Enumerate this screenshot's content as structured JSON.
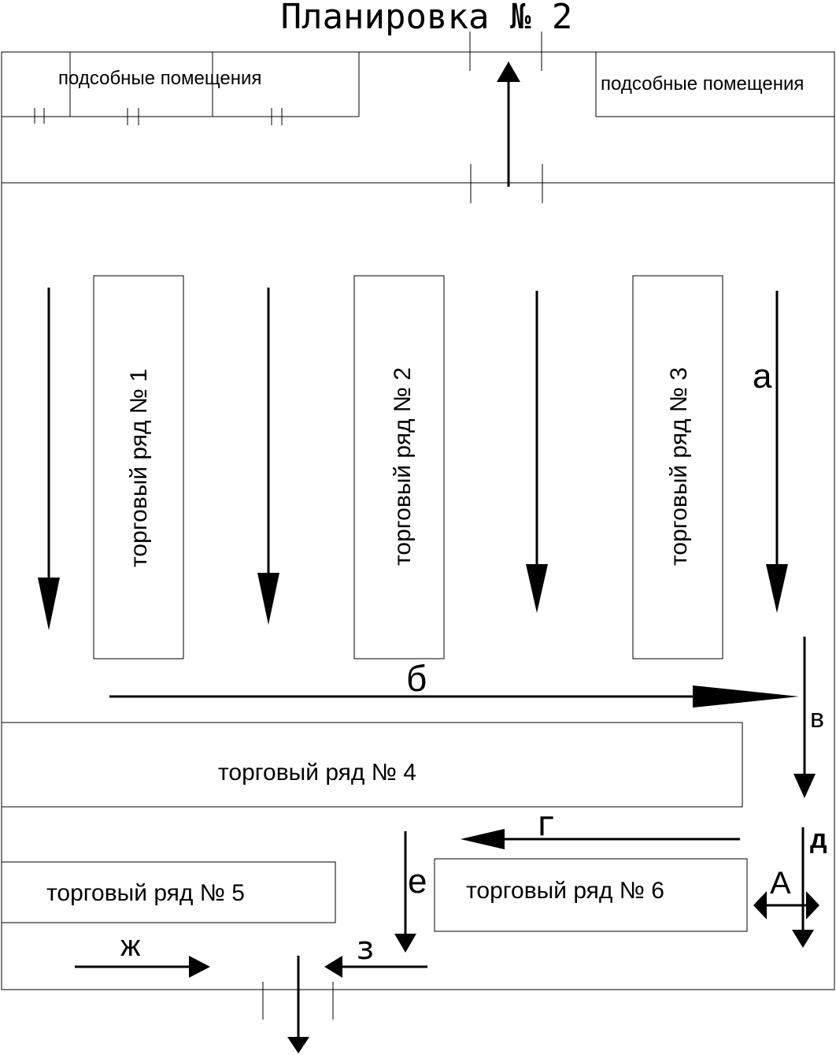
{
  "title": "Планировка № 2",
  "utility_rooms": {
    "left_label": "подсобные помещения",
    "right_label": "подсобные помещения"
  },
  "rows": {
    "row1": "торговый ряд № 1",
    "row2": "торговый ряд № 2",
    "row3": "торговый ряд № 3",
    "row4": "торговый ряд № 4",
    "row5": "торговый ряд № 5",
    "row6": "торговый ряд № 6"
  },
  "arrow_labels": {
    "a": "а",
    "b": "б",
    "v": "в",
    "g": "г",
    "d": "д",
    "e": "е",
    "zh": "ж",
    "z": "з",
    "A": "А"
  }
}
